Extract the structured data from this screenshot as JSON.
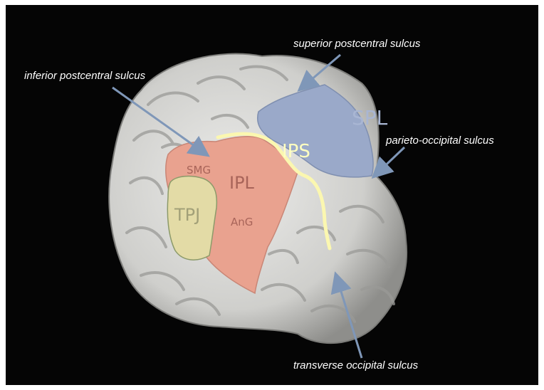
{
  "figure": {
    "background_color": "#050505",
    "brain_color": "#dcdcda",
    "arrow_color": "#7f97b8"
  },
  "regions": [
    {
      "key": "spl",
      "label": "SPL",
      "color": "#9aa9c9"
    },
    {
      "key": "ips",
      "label": "IPS",
      "color": "#fbf7b0"
    },
    {
      "key": "ipl",
      "label": "IPL",
      "color": "#e9a28f"
    },
    {
      "key": "smg",
      "label": "SMG",
      "color": "#e9a28f"
    },
    {
      "key": "tpj",
      "label": "TPJ",
      "color": "#e3dba6"
    },
    {
      "key": "ang",
      "label": "AnG",
      "color": "#e9a28f"
    }
  ],
  "sulci": [
    {
      "key": "superior",
      "label": "superior postcentral sulcus"
    },
    {
      "key": "inferior",
      "label": "inferior postcentral sulcus"
    },
    {
      "key": "parieto",
      "label": "parieto-occipital sulcus"
    },
    {
      "key": "transverse",
      "label": "transverse occipital sulcus"
    }
  ]
}
